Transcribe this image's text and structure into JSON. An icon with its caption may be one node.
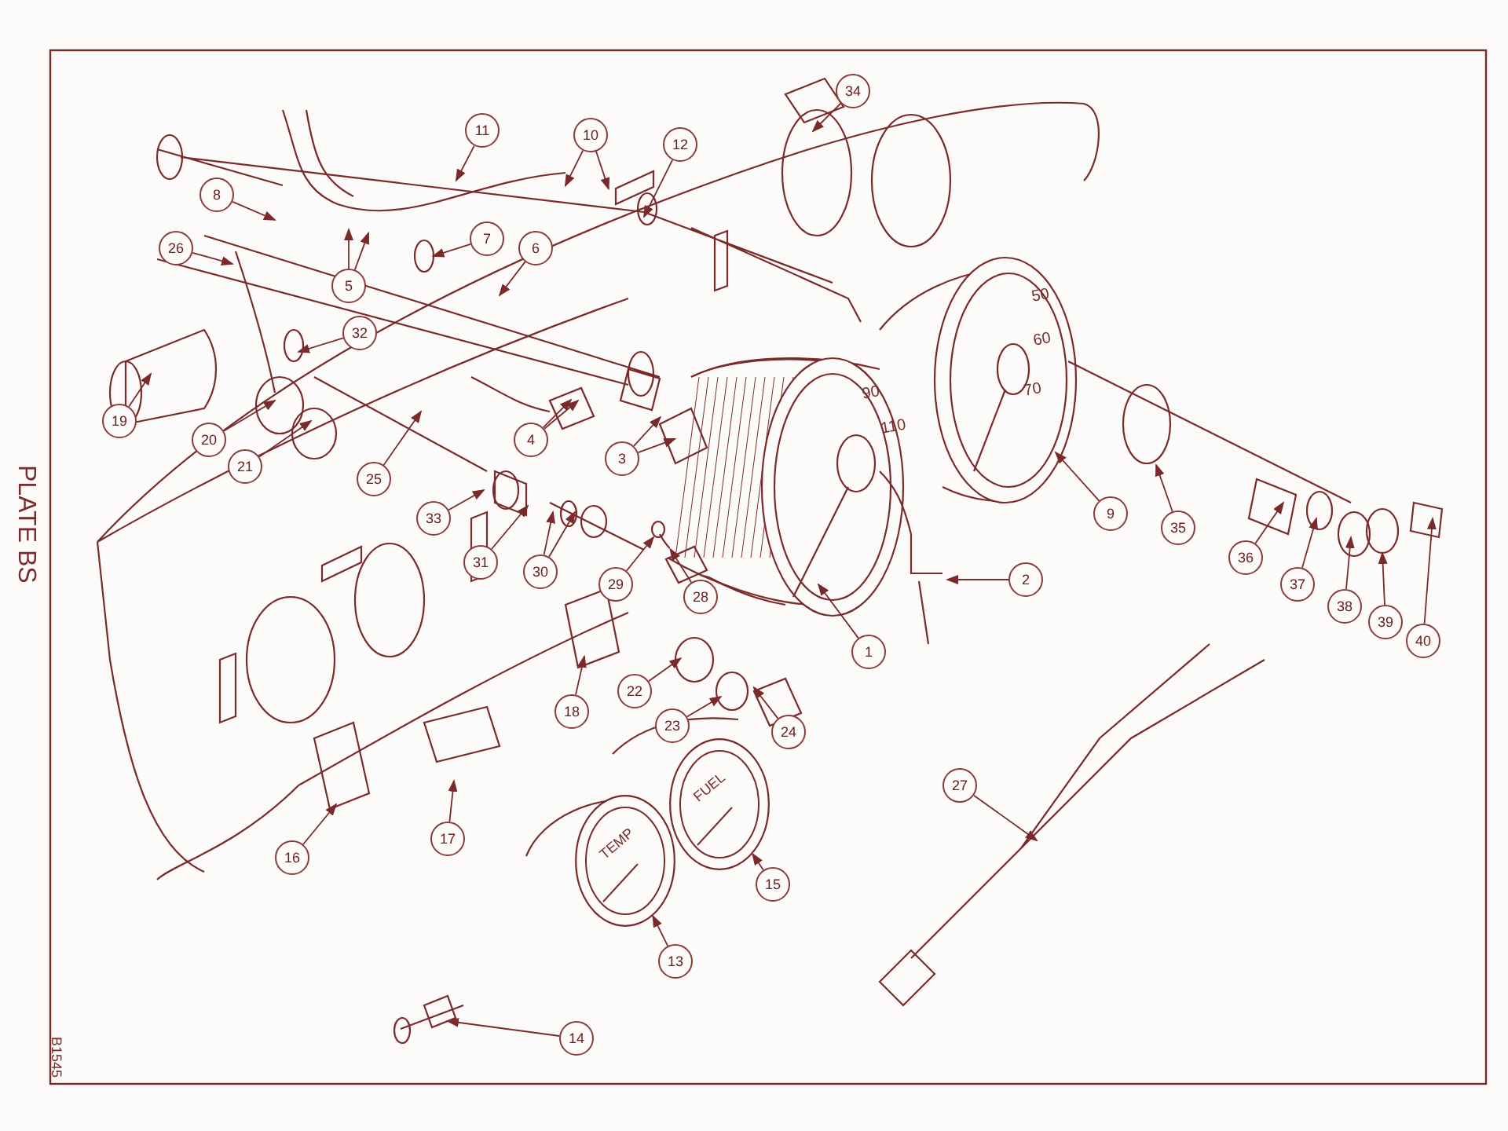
{
  "diagram": {
    "nodes": [
      {
        "text": [
          "1"
        ]
      },
      {
        "text": [
          "2"
        ]
      },
      {
        "text": [
          "3"
        ]
      },
      {
        "text": [
          "4"
        ]
      },
      {
        "text": [
          "5"
        ]
      },
      {
        "text": [
          "6"
        ]
      },
      {
        "text": [
          "7"
        ]
      },
      {
        "text": [
          "8"
        ]
      },
      {
        "text": [
          "9"
        ]
      },
      {
        "text": [
          "10"
        ]
      },
      {
        "text": [
          "11"
        ]
      },
      {
        "text": [
          "12"
        ]
      },
      {
        "text": [
          "13"
        ]
      },
      {
        "text": [
          "14"
        ]
      },
      {
        "text": [
          "15"
        ]
      },
      {
        "text": [
          "16"
        ]
      },
      {
        "text": [
          "17"
        ]
      },
      {
        "text": [
          "18"
        ]
      },
      {
        "text": [
          "19"
        ]
      },
      {
        "text": [
          "20"
        ]
      },
      {
        "text": [
          "21"
        ]
      },
      {
        "text": [
          "22"
        ]
      },
      {
        "text": [
          "23"
        ]
      },
      {
        "text": [
          "24"
        ]
      },
      {
        "text": [
          "25"
        ]
      },
      {
        "text": [
          "26"
        ]
      },
      {
        "text": [
          "27"
        ]
      },
      {
        "text": [
          "28"
        ]
      },
      {
        "text": [
          "29"
        ]
      },
      {
        "text": [
          "30"
        ]
      },
      {
        "text": [
          "31"
        ]
      },
      {
        "text": [
          "32"
        ]
      },
      {
        "text": [
          "33"
        ]
      },
      {
        "text": [
          "34"
        ]
      },
      {
        "text": [
          "35"
        ]
      },
      {
        "text": [
          "36"
        ]
      },
      {
        "text": [
          "37"
        ]
      },
      {
        "text": [
          "38"
        ]
      },
      {
        "text": [
          "39"
        ]
      },
      {
        "text": [
          "40"
        ]
      },
      {
        "text": [
          "TEMP"
        ]
      },
      {
        "text": [
          "FUEL"
        ]
      }
    ],
    "edges": [
      {
        "from": 0,
        "to": null,
        "arrow": "to"
      },
      {
        "from": 1,
        "to": null,
        "arrow": "to"
      },
      {
        "from": 2,
        "to": null,
        "arrow": "to"
      },
      {
        "from": 2,
        "to": null,
        "arrow": "to"
      },
      {
        "from": 3,
        "to": null,
        "arrow": "to"
      },
      {
        "from": 3,
        "to": null,
        "arrow": "to"
      },
      {
        "from": 4,
        "to": null,
        "arrow": "to"
      },
      {
        "from": 4,
        "to": null,
        "arrow": "to"
      },
      {
        "from": 5,
        "to": null,
        "arrow": "to"
      },
      {
        "from": 6,
        "to": null,
        "arrow": "to"
      },
      {
        "from": 7,
        "to": null,
        "arrow": "to"
      },
      {
        "from": 8,
        "to": null,
        "arrow": "to"
      },
      {
        "from": 9,
        "to": null,
        "arrow": "to"
      },
      {
        "from": 9,
        "to": null,
        "arrow": "to"
      },
      {
        "from": 10,
        "to": null,
        "arrow": "to"
      },
      {
        "from": 11,
        "to": null,
        "arrow": "to"
      },
      {
        "from": 12,
        "to": 40,
        "arrow": "to"
      },
      {
        "from": 13,
        "to": null,
        "arrow": "to"
      },
      {
        "from": 14,
        "to": 41,
        "arrow": "to"
      },
      {
        "from": 15,
        "to": null,
        "arrow": "to"
      },
      {
        "from": 16,
        "to": null,
        "arrow": "to"
      },
      {
        "from": 17,
        "to": null,
        "arrow": "to"
      },
      {
        "from": 18,
        "to": null,
        "arrow": "to"
      },
      {
        "from": 19,
        "to": null,
        "arrow": "to"
      },
      {
        "from": 20,
        "to": null,
        "arrow": "to"
      },
      {
        "from": 21,
        "to": null,
        "arrow": "to"
      },
      {
        "from": 22,
        "to": null,
        "arrow": "to"
      },
      {
        "from": 23,
        "to": null,
        "arrow": "to"
      },
      {
        "from": 24,
        "to": null,
        "arrow": "to"
      },
      {
        "from": 25,
        "to": null,
        "arrow": "to"
      },
      {
        "from": 26,
        "to": null,
        "arrow": "to"
      },
      {
        "from": 27,
        "to": null,
        "arrow": "to"
      },
      {
        "from": 28,
        "to": null,
        "arrow": "to"
      },
      {
        "from": 29,
        "to": null,
        "arrow": "to"
      },
      {
        "from": 29,
        "to": null,
        "arrow": "to"
      },
      {
        "from": 30,
        "to": null,
        "arrow": "to"
      },
      {
        "from": 31,
        "to": null,
        "arrow": "to"
      },
      {
        "from": 32,
        "to": null,
        "arrow": "to"
      },
      {
        "from": 33,
        "to": null,
        "arrow": "to"
      },
      {
        "from": 34,
        "to": null,
        "arrow": "to"
      },
      {
        "from": 35,
        "to": null,
        "arrow": "to"
      },
      {
        "from": 36,
        "to": null,
        "arrow": "to"
      },
      {
        "from": 37,
        "to": null,
        "arrow": "to"
      },
      {
        "from": 38,
        "to": null,
        "arrow": "to"
      },
      {
        "from": 39,
        "to": null,
        "arrow": "to"
      }
    ],
    "labels": [
      "PLATE BS",
      "B1545",
      "50",
      "60",
      "70",
      "90",
      "110"
    ]
  }
}
